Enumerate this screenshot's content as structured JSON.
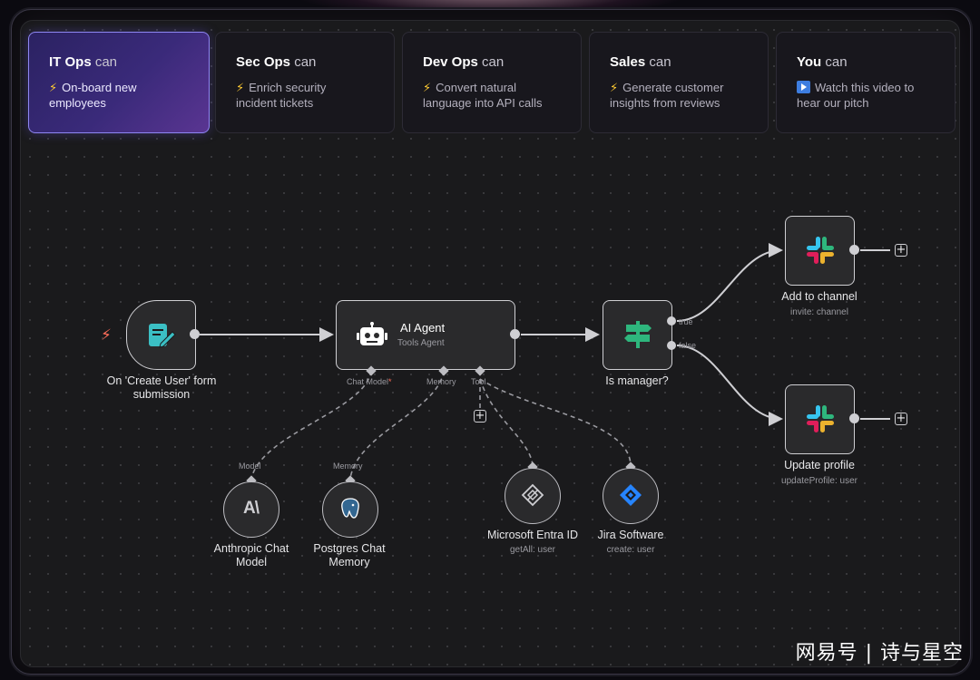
{
  "cards": [
    {
      "team": "IT Ops",
      "suffix": "can",
      "icon": "lightning-icon",
      "desc_line1": "On-board new",
      "desc_line2": "employees",
      "active": true
    },
    {
      "team": "Sec Ops",
      "suffix": "can",
      "icon": "lightning-icon",
      "desc_line1": "Enrich security",
      "desc_line2": "incident tickets",
      "active": false
    },
    {
      "team": "Dev Ops",
      "suffix": "can",
      "icon": "lightning-icon",
      "desc_line1": "Convert natural",
      "desc_line2": "language into API calls",
      "active": false
    },
    {
      "team": "Sales",
      "suffix": "can",
      "icon": "lightning-icon",
      "desc_line1": "Generate customer",
      "desc_line2": "insights from reviews",
      "active": false
    },
    {
      "team": "You",
      "suffix": "can",
      "icon": "play-button-icon",
      "desc_line1": "Watch this video to",
      "desc_line2": "hear our pitch",
      "active": false
    }
  ],
  "workflow": {
    "trigger": {
      "label_line1": "On 'Create User' form",
      "label_line2": "submission"
    },
    "agent": {
      "title": "AI Agent",
      "subtitle": "Tools Agent",
      "port_chat_model": "Chat Model",
      "port_required_mark": "*",
      "port_memory": "Memory",
      "port_tool": "Tool"
    },
    "if_node": {
      "label": "Is manager?",
      "true_label": "true",
      "false_label": "false"
    },
    "add_to_channel": {
      "label": "Add to channel",
      "sublabel": "invite: channel"
    },
    "update_profile": {
      "label": "Update profile",
      "sublabel": "updateProfile: user"
    },
    "anthropic": {
      "port_label": "Model",
      "label_line1": "Anthropic Chat",
      "label_line2": "Model"
    },
    "postgres": {
      "port_label": "Memory",
      "label_line1": "Postgres Chat",
      "label_line2": "Memory"
    },
    "entra": {
      "label": "Microsoft Entra ID",
      "sublabel": "getAll: user"
    },
    "jira": {
      "label": "Jira Software",
      "sublabel": "create: user"
    }
  },
  "watermark": "网易号 | 诗与星空",
  "colors": {
    "accent": "#5a3592",
    "trigger_icon": "#ff6d5a",
    "slack_green": "#2eb67d",
    "jira_blue": "#2684ff"
  }
}
